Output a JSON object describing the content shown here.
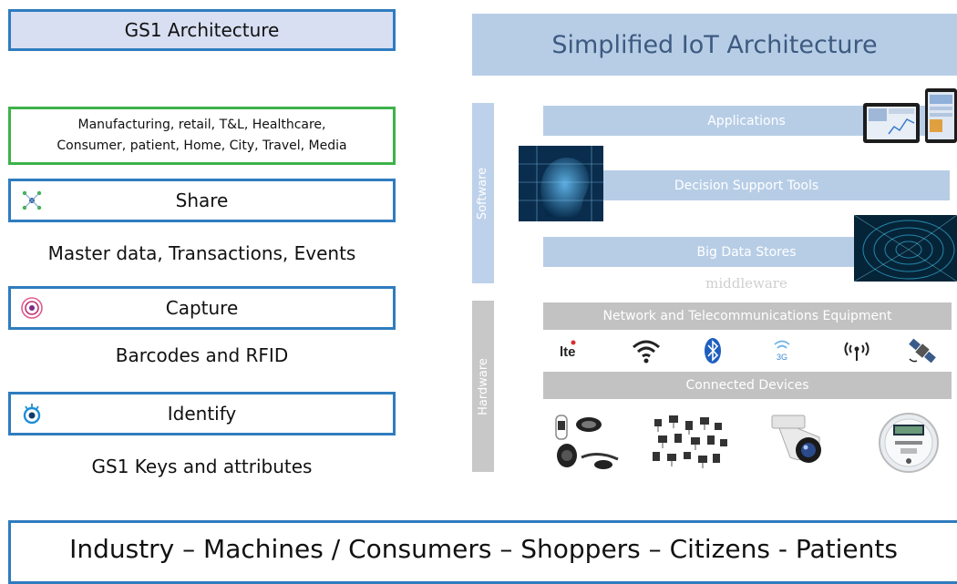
{
  "gs1": {
    "title": "GS1 Architecture",
    "sectors_line1": "Manufacturing, retail, T&L, Healthcare,",
    "sectors_line2": "Consumer, patient, Home, City, Travel, Media",
    "layers": [
      {
        "label": "Share",
        "icon": "share-network-icon",
        "caption": "Master data, Transactions, Events"
      },
      {
        "label": "Capture",
        "icon": "capture-signal-icon",
        "caption": "Barcodes and RFID"
      },
      {
        "label": "Identify",
        "icon": "identify-eye-icon",
        "caption": "GS1 Keys and attributes"
      }
    ]
  },
  "iot": {
    "title": "Simplified IoT Architecture",
    "software_label": "Software",
    "hardware_label": "Hardware",
    "applications": "Applications",
    "decision_support": "Decision Support Tools",
    "big_data": "Big Data Stores",
    "middleware": "middleware",
    "network": "Network and Telecommunications Equipment",
    "connected_devices": "Connected Devices",
    "connectivity_icons": [
      "lte-icon",
      "wifi-icon",
      "bluetooth-icon",
      "3g-icon",
      "radio-antenna-icon",
      "satellite-icon"
    ],
    "lte_text": "lte",
    "threeg_text": "3G",
    "devices": [
      "wearables-image",
      "sensors-image",
      "security-camera-image",
      "smart-meter-image"
    ]
  },
  "bottom": {
    "text": "Industry – Machines / Consumers – Shoppers – Citizens - Patients"
  },
  "colors": {
    "blue_border": "#2f7cbf",
    "green_border": "#3db24a",
    "title_fill": "#d8dff2",
    "software_fill": "#b7cde6",
    "hardware_fill": "#c2c2c2"
  }
}
